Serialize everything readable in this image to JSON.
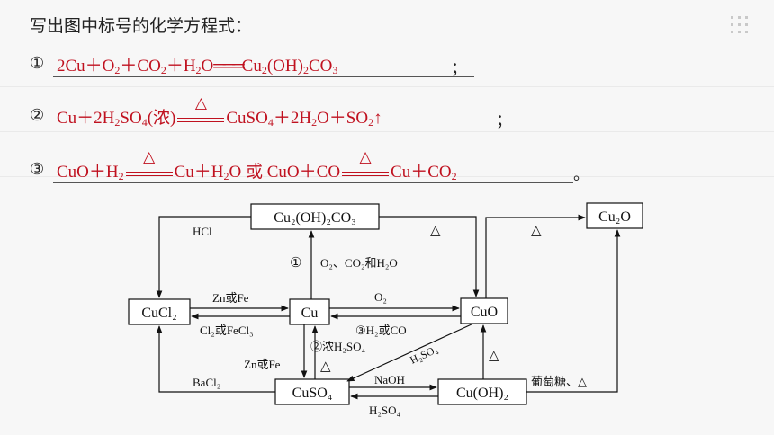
{
  "title": "写出图中标号的化学方程式：",
  "equations": {
    "eq1": {
      "num": "①",
      "end": "；"
    },
    "eq2": {
      "num": "②",
      "end": "；"
    },
    "eq3": {
      "num": "③",
      "end": "。"
    }
  },
  "diagram": {
    "nodes": {
      "malachite": "Cu₂(OH)₂CO₃",
      "cu2o": "Cu₂O",
      "cucl2": "CuCl₂",
      "cu": "Cu",
      "cuo": "CuO",
      "cuso4": "CuSO₄",
      "cuoh2": "Cu(OH)₂"
    },
    "labels": {
      "hcl": "HCl",
      "delta_malachite": "△",
      "delta_cu2o": "△",
      "step1": "①",
      "o2_co2_h2o": "O₂、CO₂和H₂O",
      "zn_fe_top": "Zn或Fe",
      "o2": "O₂",
      "cl2_fecl3": "Cl₂或FeCl₃",
      "h2_co": "③H₂或CO",
      "step2": "②浓H₂SO₄",
      "h2so4_diag": "H₂SO₄",
      "zn_fe_mid": "Zn或Fe",
      "delta_mid": "△",
      "delta_cuoh2": "△",
      "bacl2": "BaCl₂",
      "naoh": "NaOH",
      "glucose": "葡萄糖、△",
      "h2so4_bottom": "H₂SO₄"
    }
  }
}
